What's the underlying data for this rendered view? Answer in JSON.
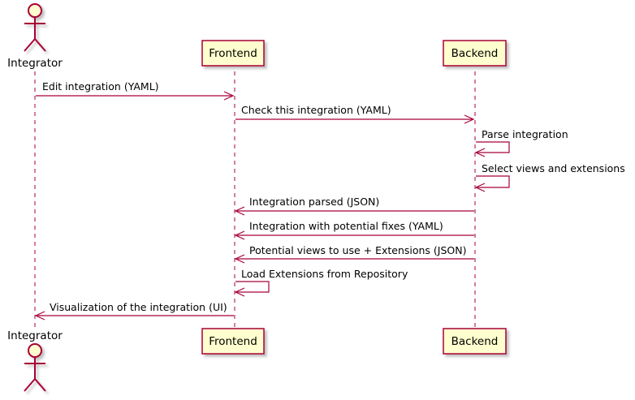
{
  "participants": {
    "integrator": {
      "label": "Integrator",
      "kind": "actor"
    },
    "frontend": {
      "label": "Frontend",
      "kind": "participant"
    },
    "backend": {
      "label": "Backend",
      "kind": "participant"
    }
  },
  "messages": [
    {
      "from": "integrator",
      "to": "frontend",
      "label": "Edit integration (YAML)"
    },
    {
      "from": "frontend",
      "to": "backend",
      "label": "Check this integration (YAML)"
    },
    {
      "from": "backend",
      "to": "backend",
      "label": "Parse integration"
    },
    {
      "from": "backend",
      "to": "backend",
      "label": "Select views and extensions"
    },
    {
      "from": "backend",
      "to": "frontend",
      "label": "Integration parsed (JSON)"
    },
    {
      "from": "backend",
      "to": "frontend",
      "label": "Integration with potential fixes (YAML)"
    },
    {
      "from": "backend",
      "to": "frontend",
      "label": "Potential views to use + Extensions (JSON)"
    },
    {
      "from": "frontend",
      "to": "frontend",
      "label": "Load Extensions from Repository"
    },
    {
      "from": "frontend",
      "to": "integrator",
      "label": "Visualization of the integration (UI)"
    }
  ],
  "colors": {
    "line": "#A80036",
    "box_fill": "#FEFECE",
    "shadow": "#C9C9C9"
  }
}
